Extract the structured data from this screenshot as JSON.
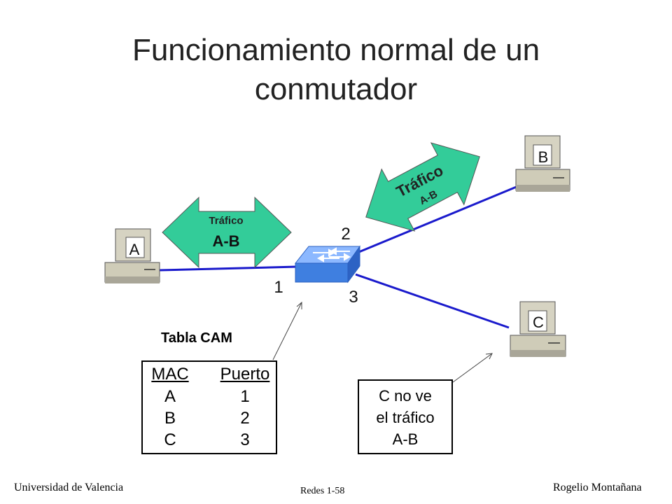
{
  "slide": {
    "title_line1": "Funcionamiento normal de un",
    "title_line2": "conmutador"
  },
  "hosts": {
    "a_label": "A",
    "b_label": "B",
    "c_label": "C"
  },
  "ports": {
    "p1": "1",
    "p2": "2",
    "p3": "3"
  },
  "traffic_left": {
    "line1": "Tráfico",
    "line2": "A-B"
  },
  "traffic_right": {
    "line1": "Tráfico",
    "line2": "A-B"
  },
  "cam_table": {
    "title": "Tabla CAM",
    "header_mac": "MAC",
    "header_port": "Puerto",
    "rows": [
      {
        "mac": "A",
        "port": "1"
      },
      {
        "mac": "B",
        "port": "2"
      },
      {
        "mac": "C",
        "port": "3"
      }
    ]
  },
  "note": {
    "line1": "C no ve",
    "line2": "el tráfico",
    "line3": "A-B"
  },
  "footer": {
    "left": "Universidad de Valencia",
    "center": "Redes 1-58",
    "right": "Rogelio Montañana"
  },
  "colors": {
    "link": "#1a1acc",
    "arrow_fill": "#33cc99",
    "switch_top": "#7fb0ff",
    "switch_front": "#3f7fe0",
    "computer": "#d6d3c2"
  }
}
